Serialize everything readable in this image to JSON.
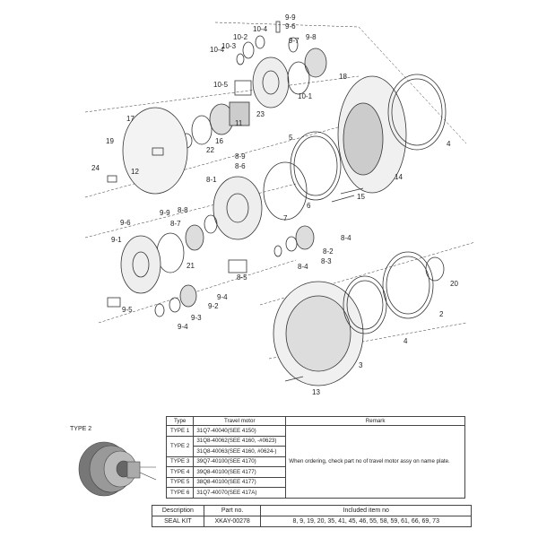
{
  "diagram": {
    "labels": [
      "9-9",
      "9-6",
      "10-4",
      "10-2",
      "10-3",
      "10-4",
      "9-7",
      "9-8",
      "18",
      "10-5",
      "10-1",
      "23",
      "17",
      "11",
      "19",
      "16",
      "22",
      "5",
      "4",
      "24",
      "12",
      "8-9",
      "8-6",
      "14",
      "8-1",
      "15",
      "9-6",
      "9-9",
      "8-8",
      "8-7",
      "7",
      "6",
      "9-1",
      "8-2",
      "8-4",
      "8-3",
      "8-4",
      "21",
      "20",
      "8-5",
      "9-4",
      "9-5",
      "9-2",
      "9-3",
      "9-4",
      "2",
      "4",
      "3",
      "13"
    ]
  },
  "thumbnail": {
    "label": "TYPE 2"
  },
  "type_table": {
    "headers": [
      "Type",
      "Travel motor",
      "Remark"
    ],
    "rows": [
      {
        "type": "TYPE 1",
        "motor": "31Q7-40040(SEE 4150)"
      },
      {
        "type": "TYPE 2",
        "motor": "31Q8-40062(SEE 4160, -#0623)"
      },
      {
        "type": "",
        "motor": "31Q8-40063(SEE 4160, #0624-)"
      },
      {
        "type": "TYPE 3",
        "motor": "39Q7-40100(SEE 4170)"
      },
      {
        "type": "TYPE 4",
        "motor": "39Q8-40100(SEE 4177)"
      },
      {
        "type": "TYPE 5",
        "motor": "38Q8-40100(SEE 4177)"
      },
      {
        "type": "TYPE 6",
        "motor": "31Q7-40070(SEE 417A)"
      }
    ],
    "remark": "When ordering, check part no of travel motor assy on name plate."
  },
  "seal_table": {
    "headers": [
      "Description",
      "Part no.",
      "Included item no"
    ],
    "row": {
      "description": "SEAL KIT",
      "part": "XKAY-00278",
      "items": "8, 9, 19, 20, 35, 41, 45, 46, 55, 58, 59, 61, 66, 69, 73"
    }
  }
}
